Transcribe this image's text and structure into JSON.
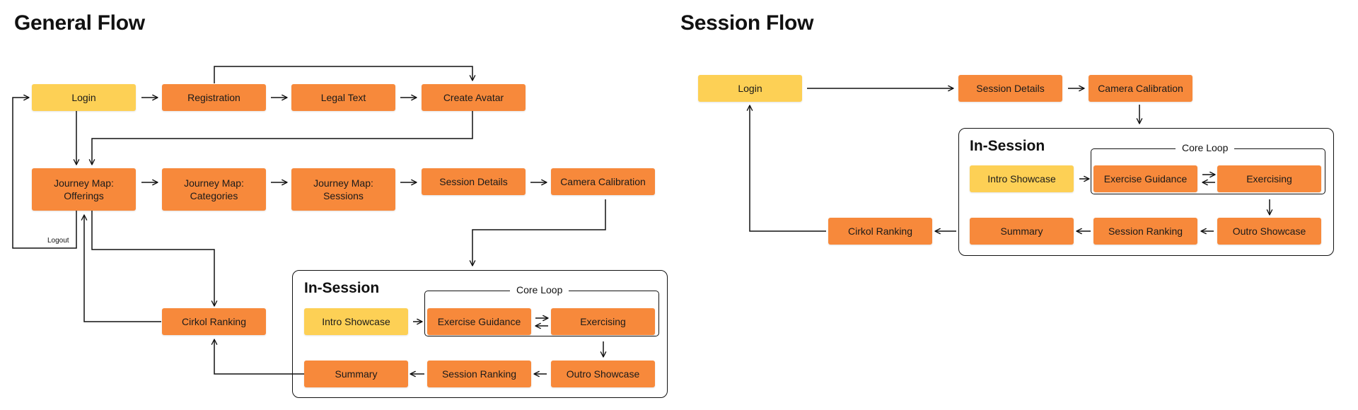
{
  "general": {
    "title": "General Flow",
    "nodes": {
      "login": "Login",
      "registration": "Registration",
      "legal_text": "Legal Text",
      "create_avatar": "Create Avatar",
      "jm_offerings": "Journey Map:\nOfferings",
      "jm_categories": "Journey Map:\nCategories",
      "jm_sessions": "Journey Map:\nSessions",
      "session_details": "Session Details",
      "camera_calibration": "Camera Calibration",
      "cirkol_ranking": "Cirkol Ranking",
      "intro_showcase": "Intro Showcase",
      "exercise_guidance": "Exercise Guidance",
      "exercising": "Exercising",
      "summary": "Summary",
      "session_ranking": "Session Ranking",
      "outro_showcase": "Outro Showcase"
    },
    "in_session_label": "In-Session",
    "core_loop_label": "Core Loop",
    "logout_label": "Logout"
  },
  "session": {
    "title": "Session Flow",
    "nodes": {
      "login": "Login",
      "session_details": "Session Details",
      "camera_calibration": "Camera Calibration",
      "intro_showcase": "Intro Showcase",
      "exercise_guidance": "Exercise Guidance",
      "exercising": "Exercising",
      "cirkol_ranking": "Cirkol Ranking",
      "summary": "Summary",
      "session_ranking": "Session Ranking",
      "outro_showcase": "Outro Showcase"
    },
    "in_session_label": "In-Session",
    "core_loop_label": "Core Loop"
  },
  "colors": {
    "orange_node": "#f7893b",
    "yellow_node": "#fdd055",
    "connector": "#111111"
  }
}
